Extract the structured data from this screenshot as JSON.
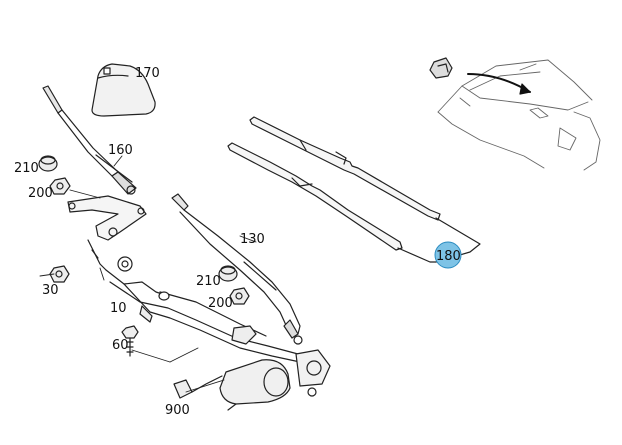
{
  "diagram": {
    "highlight_color": "#7ec3e6",
    "highlight_ring": "#2a8bc0",
    "labels": {
      "p10": "10",
      "p30": "30",
      "p60": "60",
      "p130": "130",
      "p160": "160",
      "p170": "170",
      "p180": "180",
      "p200a": "200",
      "p200b": "200",
      "p210a": "210",
      "p210b": "210",
      "p900": "900"
    }
  }
}
